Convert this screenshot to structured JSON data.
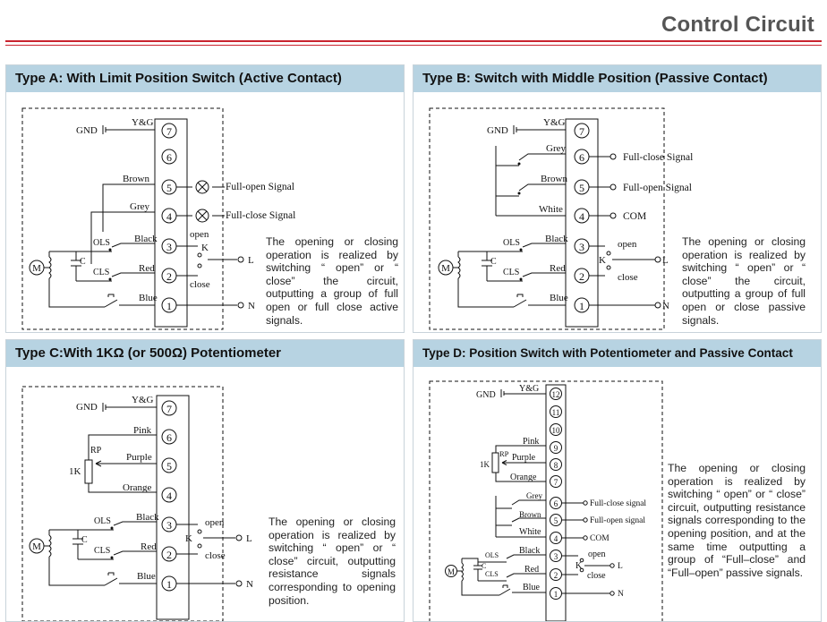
{
  "page": {
    "title": "Control Circuit"
  },
  "panels": {
    "a": {
      "title": "Type A: With Limit Position Switch (Active Contact)",
      "description": "The opening or closing operation is realized by switching “ open” or “ close” the circuit, outputting a group of full open or full close active signals.",
      "terminals": [
        "7",
        "6",
        "5",
        "4",
        "3",
        "2",
        "1"
      ],
      "labels": {
        "gnd": "GND",
        "yg": "Y&G",
        "brown": "Brown",
        "grey": "Grey",
        "black": "Black",
        "red": "Red",
        "blue": "Blue",
        "ols": "OLS",
        "cls": "CLS",
        "c": "C",
        "m": "M",
        "open": "open",
        "close": "close",
        "k": "K",
        "l": "L",
        "n": "N",
        "full_open": "Full-open Signal",
        "full_close": "Full-close Signal"
      }
    },
    "b": {
      "title": "Type B: Switch with Middle Position (Passive Contact)",
      "description": "The opening or closing operation is realized by switching “ open” or “ close” the circuit, outputting a group of full open or close passive signals.",
      "terminals": [
        "7",
        "6",
        "5",
        "4",
        "3",
        "2",
        "1"
      ],
      "labels": {
        "gnd": "GND",
        "yg": "Y&G",
        "grey": "Grey",
        "brown": "Brown",
        "white": "White",
        "black": "Black",
        "red": "Red",
        "blue": "Blue",
        "ols": "OLS",
        "cls": "CLS",
        "c": "C",
        "m": "M",
        "open": "open",
        "close": "close",
        "k": "K",
        "l": "L",
        "n": "N",
        "full_close": "Full-close Signal",
        "full_open": "Full-open Signal",
        "com": "COM"
      }
    },
    "c": {
      "title": "Type C:With 1KΩ (or 500Ω) Potentiometer",
      "description": "The opening or closing operation is realized by switching “ open” or “ close” circuit, outputting resistance signals corresponding to opening position.",
      "terminals": [
        "7",
        "6",
        "5",
        "4",
        "3",
        "2",
        "1"
      ],
      "labels": {
        "gnd": "GND",
        "yg": "Y&G",
        "pink": "Pink",
        "rp": "RP",
        "purple": "Purple",
        "k1": "1K",
        "orange": "Orange",
        "black": "Black",
        "red": "Red",
        "blue": "Blue",
        "ols": "OLS",
        "cls": "CLS",
        "c": "C",
        "m": "M",
        "open": "open",
        "close": "close",
        "k": "K",
        "l": "L",
        "n": "N"
      }
    },
    "d": {
      "title": "Type D: Position Switch with Potentiometer and Passive Contact",
      "description": "The opening or closing operation is realized by switching “ open” or “ close” circuit, outputting resistance signals corresponding to the opening position, and at the same time outputting a group of “Full–close” and “Full–open” passive signals.",
      "terminals": [
        "12",
        "11",
        "10",
        "9",
        "8",
        "7",
        "6",
        "5",
        "4",
        "3",
        "2",
        "1"
      ],
      "labels": {
        "gnd": "GND",
        "yg": "Y&G",
        "pink": "Pink",
        "rp": "RP",
        "purple": "Purple",
        "k1": "1K",
        "orange": "Orange",
        "grey": "Grey",
        "brown": "Brown",
        "white": "White",
        "black": "Black",
        "red": "Red",
        "blue": "Blue",
        "ols": "OLS",
        "cls": "CLS",
        "c": "C",
        "m": "M",
        "open": "open",
        "close": "close",
        "k": "K",
        "l": "L",
        "n": "N",
        "full_close": "Full-close signal",
        "full_open": "Full-open signal",
        "com": "COM"
      }
    }
  }
}
